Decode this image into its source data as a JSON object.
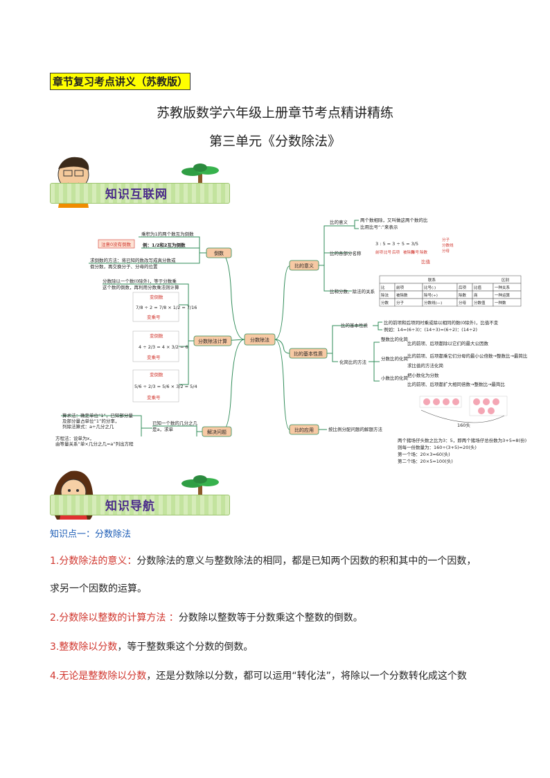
{
  "header": {
    "tag": "章节复习考点讲义（苏教版）",
    "title": "苏教版数学六年级上册章节考点精讲精练",
    "subtitle": "第三单元《分数除法》"
  },
  "banners": {
    "b1": "知识互联网",
    "b2": "知识导航"
  },
  "mindmap": {
    "center": "分数除法",
    "left": {
      "reciprocal": "倒数",
      "reciprocal_note": "注意0没有倒数",
      "reciprocal_def": "乘积为1的两个数互为倒数",
      "reciprocal_ex": "例：1/2和2互为倒数",
      "reciprocal_method1": "求倒数的方法：将已知的数改写成真分数或",
      "reciprocal_method2": "假分数，再交换分子、分母的位置",
      "calc": "分数除法计算",
      "calc_rule1": "分数除以一个数(0除外)，等于分数乘",
      "calc_rule2": "这个数的倒数，再利用分数乘法则计算",
      "chg1": "变倒数",
      "chg2": "变乘号",
      "ex1": "7/8 ÷ 2 = 7/8 × 1/2 = 7/16",
      "ex2": "4 ÷ 2/3 = 4 × 3/2 = 6",
      "ex3": "5/6 ÷ 2/3 = 5/6 × 3/2 = 5/4",
      "solve": "解决问题",
      "solve_a": "已知一个数的几分之几",
      "solve_b": "是a，求单",
      "solve_r1": "算术法：确定单位“1”，已知部分量",
      "solve_r2": "及部分量占单位“1”的分率，",
      "solve_r3": "列除法算式：a÷几分之几",
      "solve_r4": "方程法：设单为x，",
      "solve_r5": "由等量关系“单×几分之几=a”列出方程"
    },
    "right": {
      "ratio_meaning": "比的意义",
      "ratio_def": "比的意义",
      "ratio_def1": "两个数相除，又叫做这两个数的比",
      "ratio_def2": "比用比号“:”来表示",
      "ratio_parts": "比的各部分名称",
      "parts_row": "3 : 5 = 3 ÷ 5 = 3/5",
      "parts_names": [
        "前项",
        "比号",
        "后项",
        "被除数",
        "除号",
        "除数"
      ],
      "frac_names": [
        "分子",
        "分数线",
        "分母"
      ],
      "frac_val": "比值",
      "ratio_rel": "比和分数、除法的关系",
      "table_head": [
        "联系",
        "区别"
      ],
      "table_rows": [
        [
          "比",
          "前项",
          "比号(:)",
          "后项",
          "比值",
          "一种关系"
        ],
        [
          "除法",
          "被除数",
          "除号(÷)",
          "除数",
          "商",
          "一种运算"
        ],
        [
          "分数",
          "分子",
          "分数线(—)",
          "分母",
          "分数值",
          "一种数"
        ]
      ],
      "ratio_prop": "比的基本性质",
      "prop_basic": "比的基本性质",
      "prop_def1": "比的前项和后项同时乘或除以相同的数(0除外)，比值不变",
      "prop_def2": "例如：14=(6÷3)：(14÷3)=(6÷2)：(14÷2)",
      "simplify": "化简比的方法",
      "int_ratio": "整数比的化简",
      "int_text": "比的前项、后项都除以它们的最大公因数",
      "frac_ratio": "分数比的化简",
      "frac_text1": "比的前项、后项都乘它们分母的最小公倍数→整数比→最简比",
      "frac_text2": "求比值的方法化简",
      "dec_ratio": "小数比的化简",
      "dec_text1": "把小数化为分数",
      "dec_text2": "比的前项、后项都扩大相同倍数→整数比→最简比",
      "ratio_app": "比的应用",
      "app_text": "按比例分配问题的解题方法",
      "pigs_total": "160头",
      "app1": "两个猪场仔头数之比为3：5，即两个猪场仔总份数为3+5=8(份)",
      "app2": "则每一份数量为：160÷(3+5)=20(头)",
      "app3": "第一个场：20×3=60(头)",
      "app4": "第二个场：20×5=100(头)"
    }
  },
  "section": {
    "kp": "知识点一：分数除法",
    "p1_head": "1.分数除法的意义：",
    "p1_body": "分数除法的意义与整数除法的相同，都是已知两个因数的积和其中的一个因数，",
    "p1_body2": "求另一个因数的运算。",
    "p2_head": "2.分数除以整数的计算方法 ：",
    "p2_body": "分数除以整数等于分数乘这个整数的倒数。",
    "p3_head": "3.整数除以分数",
    "p3_body": "，等于整数乘这个分数的倒数。",
    "p4_head": "4.无论是整数除以分数",
    "p4_body": "，还是分数除以分数，都可以运用“转化法”，将除以一个分数转化成这个数"
  },
  "colors": {
    "accent_red": "#d0342c",
    "tag_bg": "#ffff00",
    "node_fill": "#f7c9a4",
    "link_green": "#2e8b57"
  }
}
